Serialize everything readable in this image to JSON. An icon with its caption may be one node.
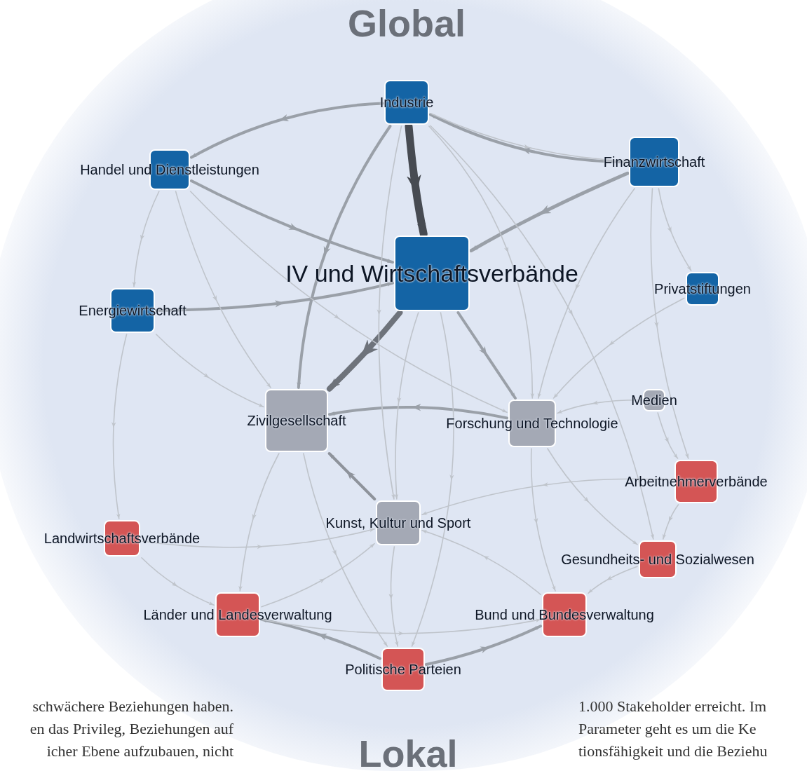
{
  "diagram": {
    "nodes": [
      {
        "text": [
          "Industrie"
        ]
      },
      {
        "text": [
          "Handel und Dienstleistungen"
        ]
      },
      {
        "text": [
          "Finanzwirtschaft"
        ]
      },
      {
        "text": [
          "IV und Wirtschaftsverbände"
        ]
      },
      {
        "text": [
          "Privatstiftungen"
        ]
      },
      {
        "text": [
          "Energiewirtschaft"
        ]
      },
      {
        "text": [
          "Medien"
        ]
      },
      {
        "text": [
          "Zivilgesellschaft"
        ]
      },
      {
        "text": [
          "Forschung und Technologie"
        ]
      },
      {
        "text": [
          "Arbeitnehmerverbände"
        ]
      },
      {
        "text": [
          "Kunst, Kultur und Sport"
        ]
      },
      {
        "text": [
          "Landwirtschaftsverbände"
        ]
      },
      {
        "text": [
          "Gesundheits- und Sozialwesen"
        ]
      },
      {
        "text": [
          "Länder und Landesverwaltung"
        ]
      },
      {
        "text": [
          "Bund und Bundesverwaltung"
        ]
      },
      {
        "text": [
          "Politische Parteien"
        ]
      }
    ],
    "edges": [
      {
        "from": 0,
        "to": 3,
        "arrow": "to",
        "style": "thick",
        "color": "#474b52"
      },
      {
        "from": 3,
        "to": 7,
        "arrow": "to",
        "style": "thick",
        "color": "#6e737b"
      },
      {
        "from": 2,
        "to": 3,
        "arrow": "to",
        "style": "thick",
        "color": "#9aa0a8"
      },
      {
        "from": 5,
        "to": 3,
        "arrow": "to",
        "style": "thick",
        "color": "#9aa0a8"
      },
      {
        "from": 1,
        "to": 3,
        "arrow": "to",
        "style": "thick",
        "color": "#9aa0a8"
      },
      {
        "from": 0,
        "to": 1,
        "arrow": "to",
        "style": "thick",
        "color": "#9aa0a8"
      },
      {
        "from": 2,
        "to": 0,
        "arrow": "to",
        "style": "thick",
        "color": "#9aa0a8"
      },
      {
        "from": 0,
        "to": 7,
        "arrow": "to",
        "style": "thick",
        "color": "#9aa0a8"
      },
      {
        "from": 3,
        "to": 8,
        "arrow": "to",
        "style": "thick",
        "color": "#9aa0a8"
      },
      {
        "from": 8,
        "to": 7,
        "arrow": "to",
        "style": "thick",
        "color": "#9aa0a8"
      },
      {
        "from": 10,
        "to": 7,
        "arrow": "to",
        "style": "thick",
        "color": "#8e939b"
      },
      {
        "from": 15,
        "to": 13,
        "arrow": "to",
        "style": "thick",
        "color": "#9aa0a8"
      },
      {
        "from": 15,
        "to": 14,
        "arrow": "to",
        "style": "thick",
        "color": "#9aa0a8"
      },
      {
        "from": 9,
        "to": 10,
        "arrow": "to"
      },
      {
        "from": 1,
        "to": 7,
        "arrow": "to"
      },
      {
        "from": 0,
        "to": 10,
        "arrow": "to"
      },
      {
        "from": 2,
        "to": 8,
        "arrow": "to"
      },
      {
        "from": 3,
        "to": 10,
        "arrow": "to"
      },
      {
        "from": 7,
        "to": 13,
        "arrow": "to"
      },
      {
        "from": 10,
        "to": 15,
        "arrow": "to"
      },
      {
        "from": 8,
        "to": 12,
        "arrow": "to"
      },
      {
        "from": 6,
        "to": 9,
        "arrow": "to"
      },
      {
        "from": 1,
        "to": 5,
        "arrow": "to"
      },
      {
        "from": 9,
        "to": 12,
        "arrow": "to"
      },
      {
        "from": 11,
        "to": 13,
        "arrow": "to"
      },
      {
        "from": 12,
        "to": 14,
        "arrow": "to"
      },
      {
        "from": 4,
        "to": 8,
        "arrow": "to"
      },
      {
        "from": 5,
        "to": 7,
        "arrow": "to"
      },
      {
        "from": 2,
        "to": 4,
        "arrow": "to"
      },
      {
        "from": 13,
        "to": 10,
        "arrow": "to"
      },
      {
        "from": 14,
        "to": 10,
        "arrow": "to"
      },
      {
        "from": 0,
        "to": 2,
        "arrow": "to"
      },
      {
        "from": 5,
        "to": 11,
        "arrow": "to"
      },
      {
        "from": 11,
        "to": 10,
        "arrow": "to"
      },
      {
        "from": 8,
        "to": 14,
        "arrow": "to"
      },
      {
        "from": 2,
        "to": 9,
        "arrow": "to"
      },
      {
        "from": 0,
        "to": 8,
        "arrow": "to"
      },
      {
        "from": 1,
        "to": 8,
        "arrow": "to"
      },
      {
        "from": 7,
        "to": 15,
        "arrow": "to"
      },
      {
        "from": 3,
        "to": 15,
        "arrow": "to"
      },
      {
        "from": 6,
        "to": 8,
        "arrow": "to"
      },
      {
        "from": 13,
        "to": 14,
        "arrow": "to"
      },
      {
        "from": 0,
        "to": 12,
        "arrow": "to"
      }
    ],
    "labels": [
      "Global",
      "schwächere Beziehungen haben.",
      "en das Privileg, Beziehungen auf",
      "icher Ebene aufzubauen, nicht",
      "1.000 Stakeholder erreicht. Im",
      "Parameter geht es um die Ke",
      "tionsfähigkeit und die Beziehu",
      "Lokal"
    ]
  }
}
